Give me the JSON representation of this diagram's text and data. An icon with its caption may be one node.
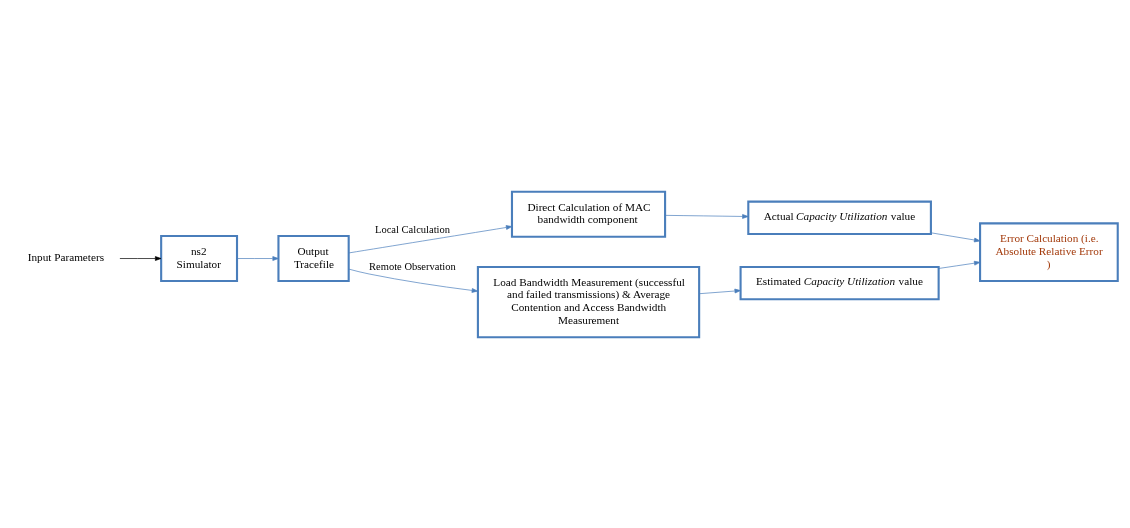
{
  "diagram": {
    "nodes": [
      {
        "text": [
          "Input Parameters"
        ]
      },
      {
        "text": [
          "ns2 Simulator"
        ]
      },
      {
        "text": [
          "Output Tracefile"
        ]
      },
      {
        "text": [
          "Direct Calculation of MAC bandwidth component"
        ]
      },
      {
        "text": [
          "Actual *Capacity Utilization* value"
        ]
      },
      {
        "text": [
          "Error Calculation (i.e. Absolute Relative Error )"
        ]
      },
      {
        "text": [
          "Load Bandwidth Measurement (successful and failed transmissions) & Average Contention and Access Bandwidth Measurement"
        ]
      },
      {
        "text": [
          "Estimated *Capacity Utilization* value"
        ]
      }
    ],
    "edges": [
      {
        "from": 0,
        "to": 1,
        "arrow": "to",
        "color": "#000000"
      },
      {
        "from": 1,
        "to": 2,
        "arrow": "to"
      },
      {
        "from": 2,
        "to": 3,
        "arrow": "to",
        "label": "Local Calculation"
      },
      {
        "from": 2,
        "to": 6,
        "arrow": "to",
        "label": "Remote Observation"
      },
      {
        "from": 3,
        "to": 4,
        "arrow": "to"
      },
      {
        "from": 4,
        "to": 5,
        "arrow": "to"
      },
      {
        "from": 6,
        "to": 7,
        "arrow": "to"
      },
      {
        "from": 7,
        "to": 5,
        "arrow": "to"
      }
    ]
  }
}
